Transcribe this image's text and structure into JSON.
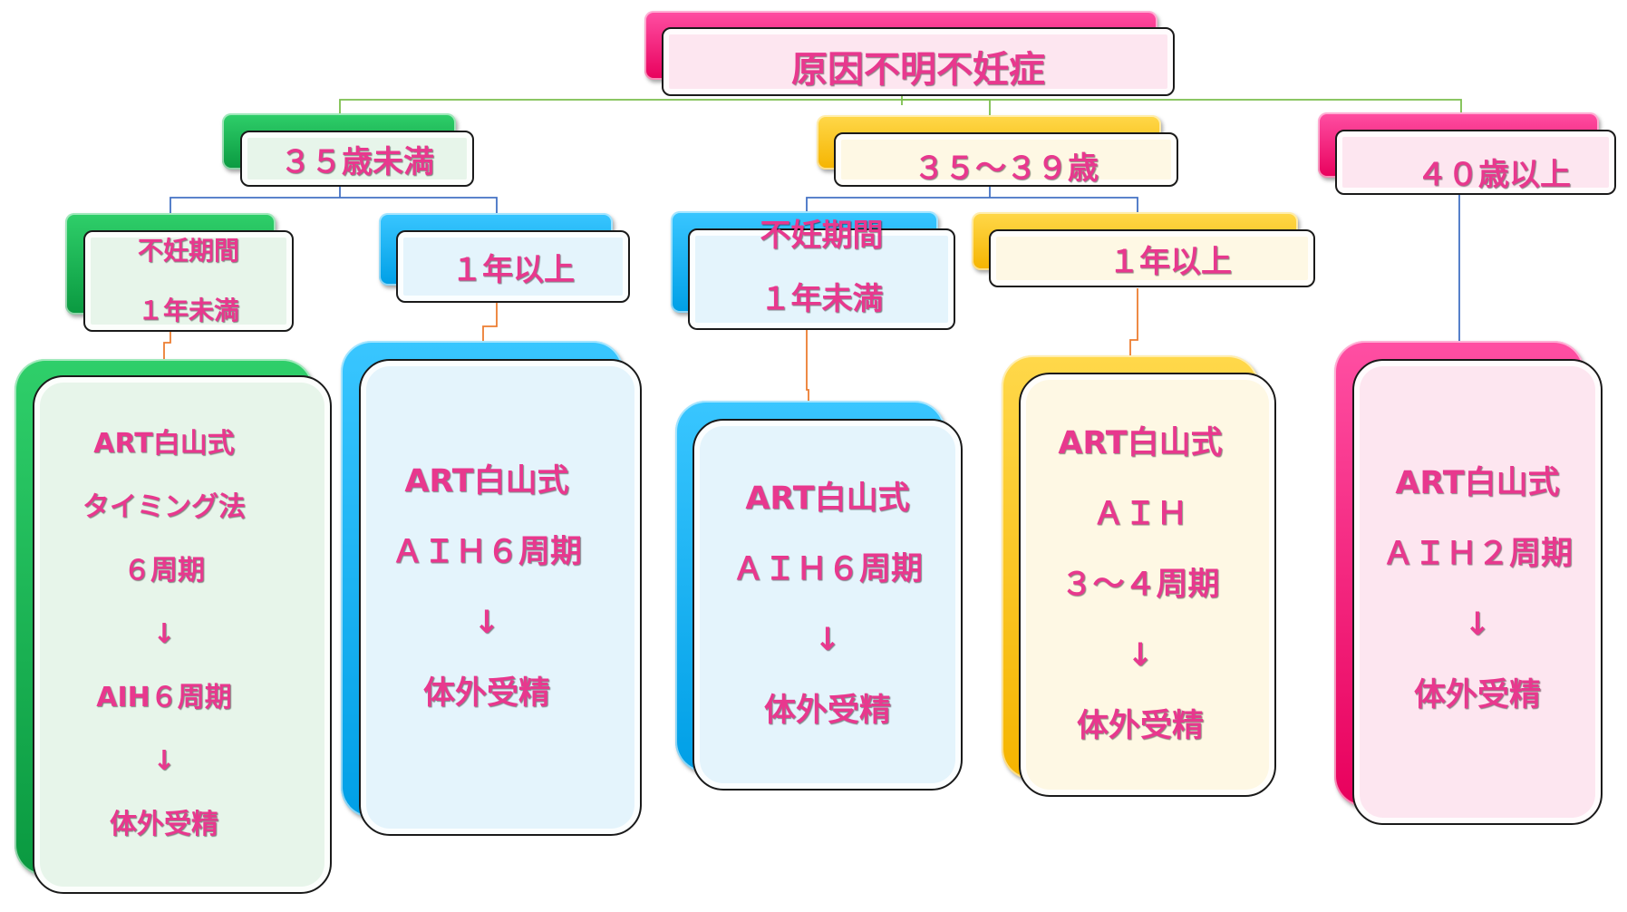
{
  "root": {
    "label": "原因不明不妊症"
  },
  "age_groups": [
    {
      "label": "３５歳未満"
    },
    {
      "label": "３５～３９歳"
    },
    {
      "label": "４０歳以上"
    }
  ],
  "durations": {
    "under35_less1": [
      "不妊期間",
      "１年未満"
    ],
    "under35_over1": [
      "１年以上"
    ],
    "mid_less1": [
      "不妊期間",
      "１年未満"
    ],
    "mid_over1": [
      "１年以上"
    ]
  },
  "plans": {
    "under35_less1": [
      "ART白山式",
      "タイミング法",
      "６周期",
      "↓",
      "AIH６周期",
      "↓",
      "体外受精"
    ],
    "under35_over1": [
      "ART白山式",
      "ＡＩＨ６周期",
      "↓",
      "体外受精"
    ],
    "mid_less1": [
      "ART白山式",
      "ＡＩＨ６周期",
      "↓",
      "体外受精"
    ],
    "mid_over1": [
      "ART白山式",
      "ＡＩＨ",
      "３～４周期",
      "↓",
      "体外受精"
    ],
    "over40": [
      "ART白山式",
      "ＡＩＨ２周期",
      "↓",
      "体外受精"
    ]
  },
  "colors": {
    "pink": "#e8005c",
    "green": "#0a9940",
    "blue": "#009fe6",
    "yellow": "#f5b400",
    "text": "#e8388e",
    "line_green": "#7cbf4e",
    "line_blue": "#4472c4",
    "line_orange": "#ed7d31"
  }
}
